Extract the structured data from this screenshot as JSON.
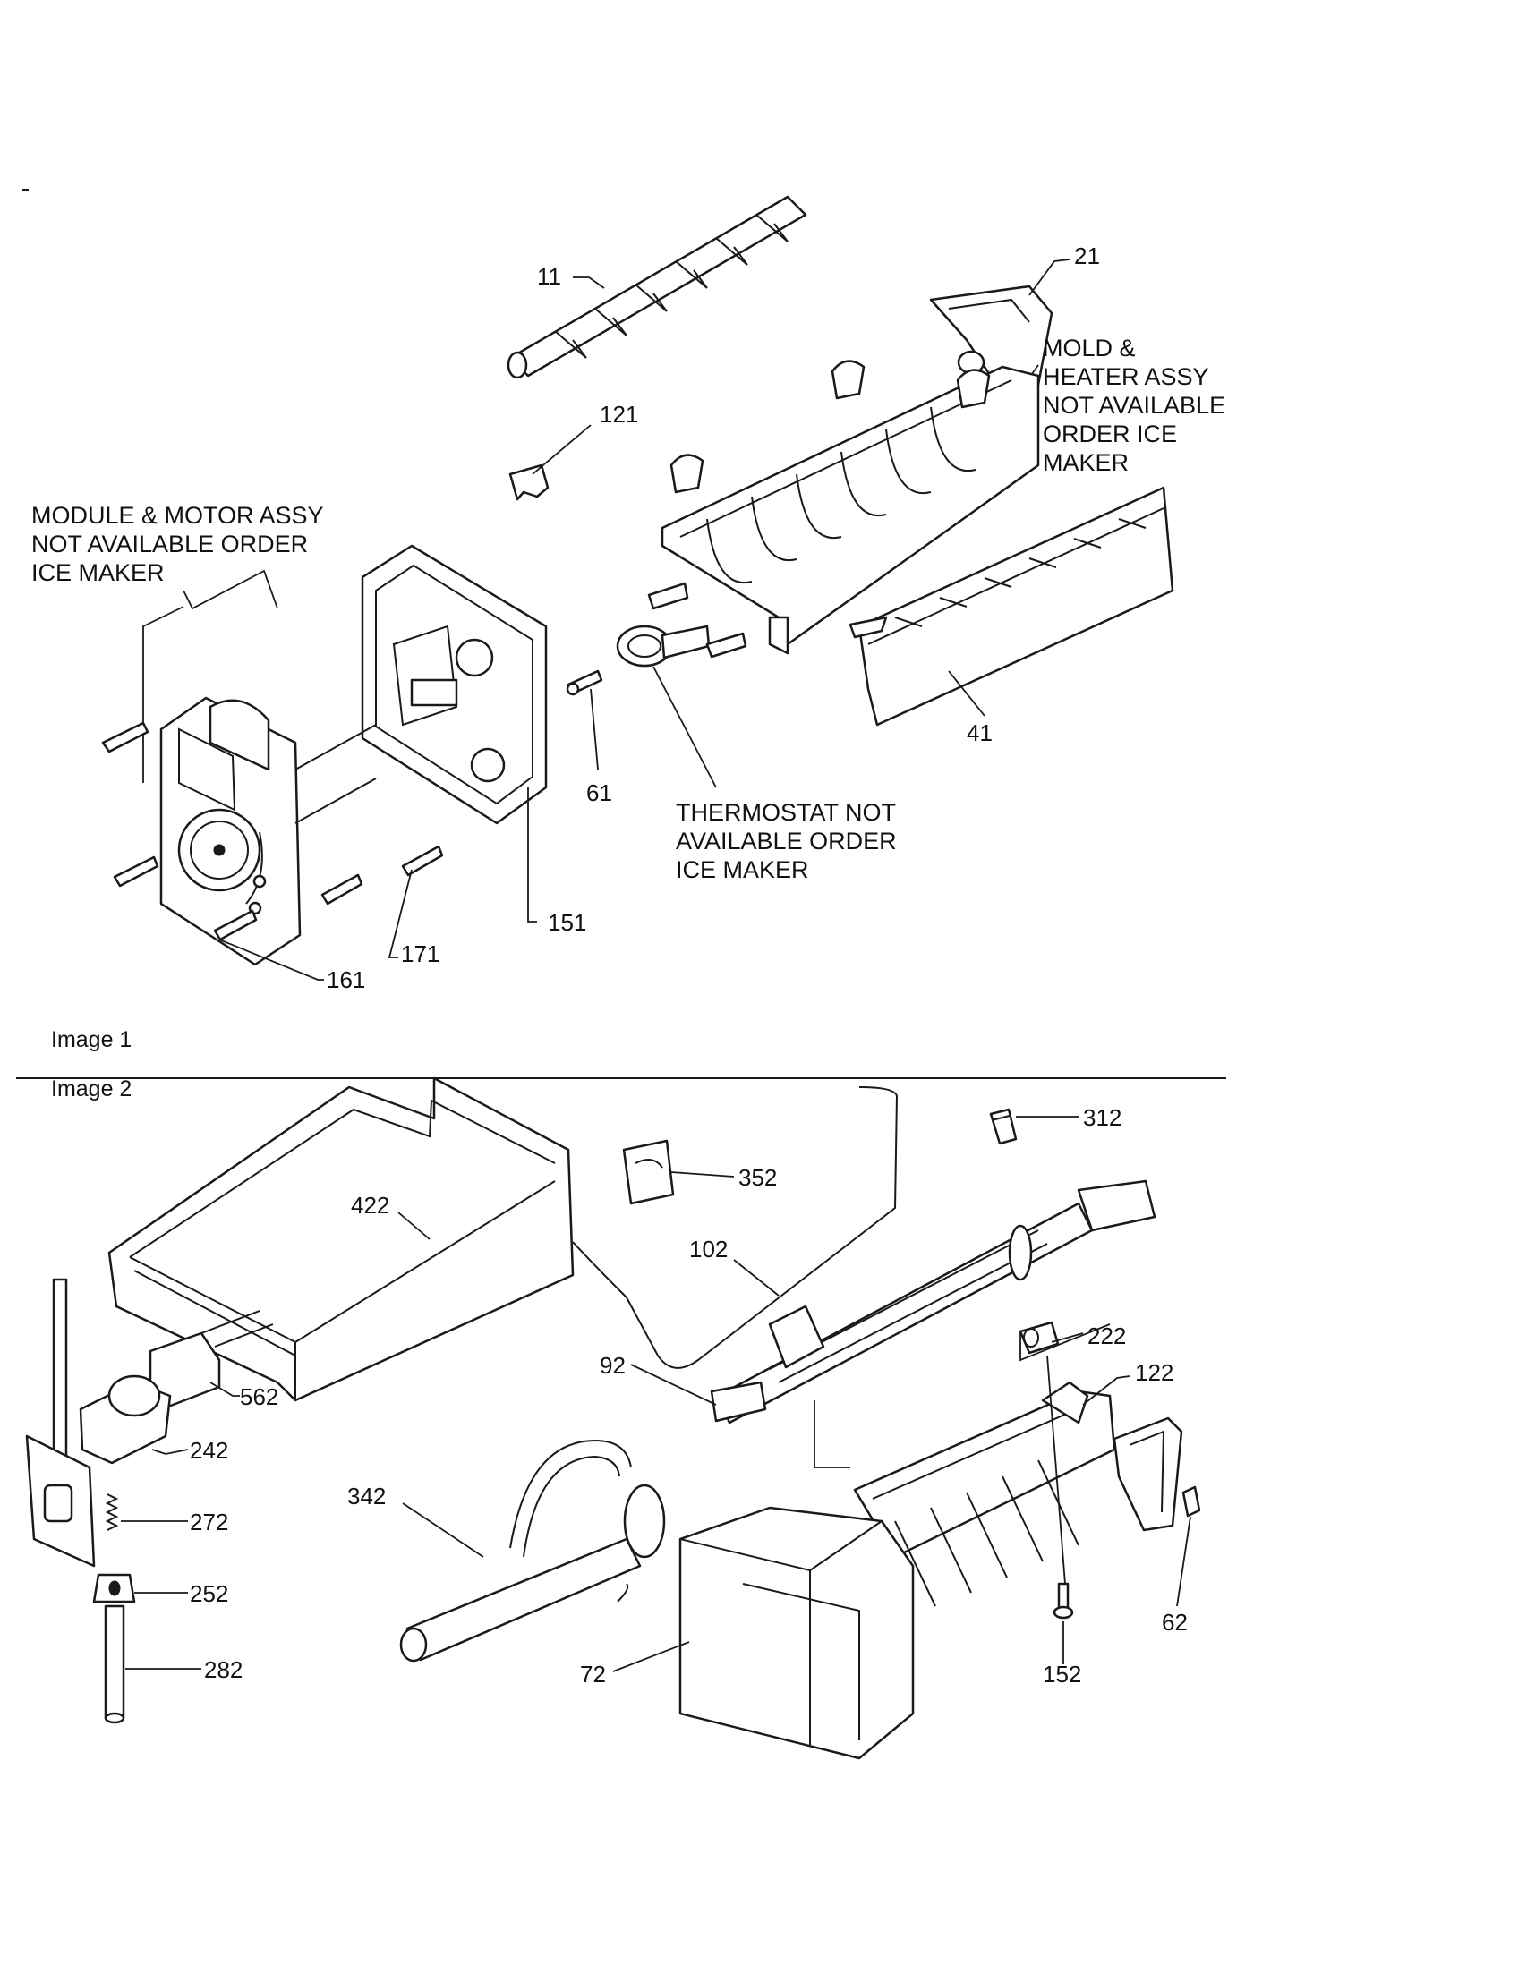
{
  "sections": {
    "image1": "Image 1",
    "image2": "Image 2"
  },
  "callouts": {
    "p11": "11",
    "p21": "21",
    "p121": "121",
    "p41": "41",
    "p61": "61",
    "p151": "151",
    "p171": "171",
    "p161": "161",
    "p312": "312",
    "p352": "352",
    "p422": "422",
    "p102": "102",
    "p222": "222",
    "p92": "92",
    "p122": "122",
    "p562": "562",
    "p242": "242",
    "p342": "342",
    "p272": "272",
    "p252": "252",
    "p282": "282",
    "p72": "72",
    "p152": "152",
    "p62": "62"
  },
  "notes": {
    "mold": [
      "MOLD &",
      "HEATER ASSY",
      "NOT AVAILABLE",
      "ORDER ICE",
      "MAKER"
    ],
    "module": [
      "MODULE & MOTOR ASSY",
      "NOT AVAILABLE ORDER",
      "ICE MAKER"
    ],
    "thermostat": [
      "THERMOSTAT NOT",
      "AVAILABLE ORDER",
      "ICE MAKER"
    ]
  }
}
